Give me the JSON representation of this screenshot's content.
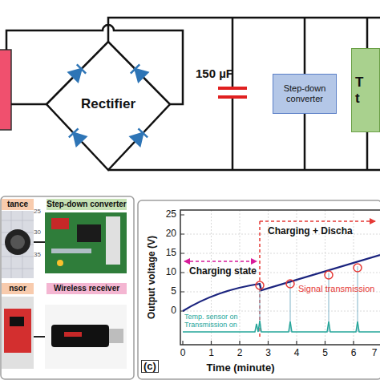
{
  "diagram": {
    "nodes": [
      {
        "text": [
          "Rectifier"
        ]
      },
      {
        "text": [
          "Step-down converter"
        ]
      },
      {
        "text": [
          "T",
          "t"
        ]
      },
      {
        "text": [
          "tance"
        ]
      },
      {
        "text": [
          "Step-down converter"
        ]
      },
      {
        "text": [
          "nsor"
        ]
      },
      {
        "text": [
          "Wireless receiver"
        ]
      }
    ],
    "labels": [
      "150 µF",
      "25",
      "30",
      "35",
      "25",
      "20",
      "15",
      "10",
      "5",
      "0",
      "Charging state",
      "Charging + Discha",
      "Signal transmission",
      "Temp. sensor on",
      "Transmission on",
      "(c)",
      "0",
      "1",
      "2",
      "3",
      "4",
      "5",
      "6",
      "7",
      "Output voltage (V)",
      "Time (minute)"
    ]
  }
}
